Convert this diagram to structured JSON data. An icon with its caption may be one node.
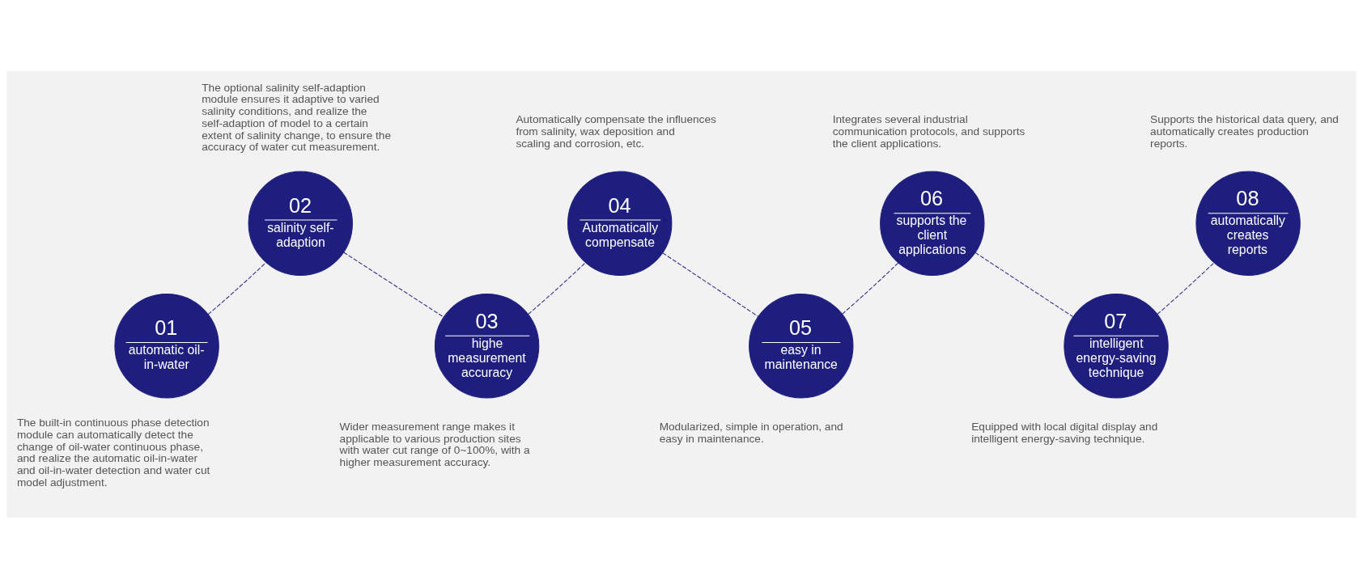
{
  "diagram": {
    "nodes": [
      {
        "text": [
          "01",
          "automatic oil-in-water"
        ],
        "beside": [
          "The built-in continuous phase detection module can automatically detect the change of oil-water continuous phase, and realize the automatic oil-in-water and oil-in-water detection and water cut model adjustment."
        ]
      },
      {
        "text": [
          "02",
          "salinity self-adaption"
        ],
        "beside": [
          "The optional salinity self-adaption module ensures it adaptive to varied salinity conditions, and realize the self-adaption of model to a certain extent of salinity change, to ensure the accuracy of water cut measurement."
        ]
      },
      {
        "text": [
          "03",
          "highe measurement accuracy"
        ],
        "beside": [
          "Wider measurement range makes it applicable to various production sites with water cut range of 0~100%, with a higher measurement accuracy."
        ]
      },
      {
        "text": [
          "04",
          "Automatically compensate"
        ],
        "beside": [
          "Automatically compensate the influences from salinity, wax deposition and scaling and corrosion, etc."
        ]
      },
      {
        "text": [
          "05",
          "easy in maintenance"
        ],
        "beside": [
          "Modularized, simple in operation, and easy in maintenance."
        ]
      },
      {
        "text": [
          "06",
          "supports the client applications"
        ],
        "beside": [
          "Integrates several industrial communication protocols, and supports the client applications."
        ]
      },
      {
        "text": [
          "07",
          "intelligent energy-saving technique"
        ],
        "beside": [
          "Equipped with local digital display and intelligent energy-saving technique."
        ]
      },
      {
        "text": [
          "08",
          "automatically creates reports"
        ],
        "beside": [
          "Supports the historical data query, and automatically creates production reports."
        ]
      }
    ],
    "edges": [
      {
        "from": 0,
        "to": 1,
        "arrow": "none",
        "style": "dashed"
      },
      {
        "from": 1,
        "to": 2,
        "arrow": "none",
        "style": "dashed"
      },
      {
        "from": 2,
        "to": 3,
        "arrow": "none",
        "style": "dashed"
      },
      {
        "from": 3,
        "to": 4,
        "arrow": "none",
        "style": "dashed"
      },
      {
        "from": 4,
        "to": 5,
        "arrow": "none",
        "style": "dashed"
      },
      {
        "from": 5,
        "to": 6,
        "arrow": "none",
        "style": "dashed"
      },
      {
        "from": 6,
        "to": 7,
        "arrow": "none",
        "style": "dashed"
      }
    ]
  }
}
